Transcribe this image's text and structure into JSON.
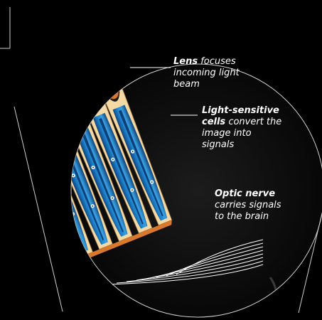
{
  "labels": {
    "lens": {
      "term": "Lens",
      "rest": " focuses incoming light beam"
    },
    "cells": {
      "term": "Light-sensitive cells",
      "rest": " convert the image into signals"
    },
    "nerve": {
      "term": "Optic nerve",
      "rest": " carries signals to the brain"
    }
  },
  "colors": {
    "background": "#000000",
    "lens_orange": "#d8782e",
    "lens_highlight": "#f3b069",
    "cell_blue": "#1f86cf",
    "cell_dark_blue": "#0d3f79",
    "sheath_cream": "#f5d9a4",
    "nerve_white": "#ffffff",
    "circle_stroke": "#cfcfcf"
  }
}
